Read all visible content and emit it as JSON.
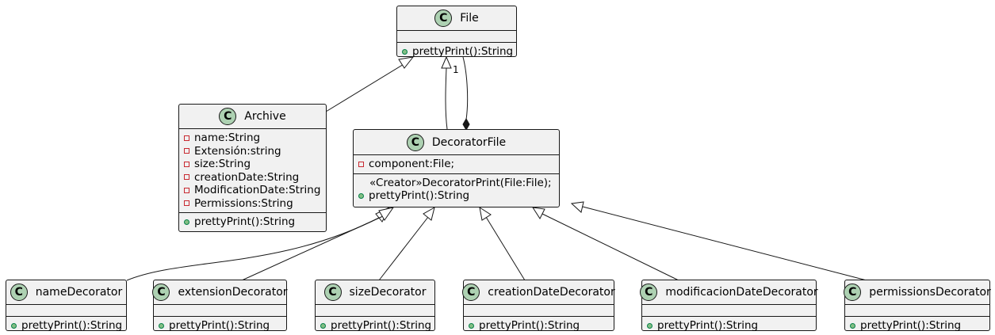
{
  "classes": {
    "file": {
      "name": "File",
      "methods": [
        {
          "vis": "public",
          "text": "prettyPrint():String"
        }
      ]
    },
    "archive": {
      "name": "Archive",
      "fields": [
        {
          "vis": "private",
          "text": "name:String"
        },
        {
          "vis": "private",
          "text": "Extensión:string"
        },
        {
          "vis": "private",
          "text": "size:String"
        },
        {
          "vis": "private",
          "text": "creationDate:String"
        },
        {
          "vis": "private",
          "text": "ModificationDate:String"
        },
        {
          "vis": "private",
          "text": "Permissions:String"
        }
      ],
      "methods": [
        {
          "vis": "public",
          "text": "prettyPrint():String"
        }
      ]
    },
    "decorator": {
      "name": "DecoratorFile",
      "fields": [
        {
          "vis": "private",
          "text": "component:File;"
        }
      ],
      "methods": [
        {
          "vis": "none",
          "text": "«Creator»DecoratorPrint(File:File);"
        },
        {
          "vis": "public",
          "text": "prettyPrint():String"
        }
      ]
    },
    "name_dec": {
      "name": "nameDecorator",
      "methods": [
        {
          "vis": "public",
          "text": "prettyPrint():String"
        }
      ]
    },
    "ext_dec": {
      "name": "extensionDecorator",
      "methods": [
        {
          "vis": "public",
          "text": "prettyPrint():String"
        }
      ]
    },
    "size_dec": {
      "name": "sizeDecorator",
      "methods": [
        {
          "vis": "public",
          "text": "prettyPrint():String"
        }
      ]
    },
    "creation_dec": {
      "name": "creationDateDecorator",
      "methods": [
        {
          "vis": "public",
          "text": "prettyPrint():String"
        }
      ]
    },
    "modif_dec": {
      "name": "modificacionDateDecorator",
      "methods": [
        {
          "vis": "public",
          "text": "prettyPrint():String"
        }
      ]
    },
    "perm_dec": {
      "name": "permissionsDecorator",
      "methods": [
        {
          "vis": "public",
          "text": "prettyPrint():String"
        }
      ]
    }
  },
  "class_icon_letter": "C",
  "composition_multiplicity": "1",
  "colors": {
    "box_fill": "#f1f1f1",
    "class_icon": "#add1b2",
    "public_marker": "#84be84",
    "private_marker": "#c82930"
  }
}
